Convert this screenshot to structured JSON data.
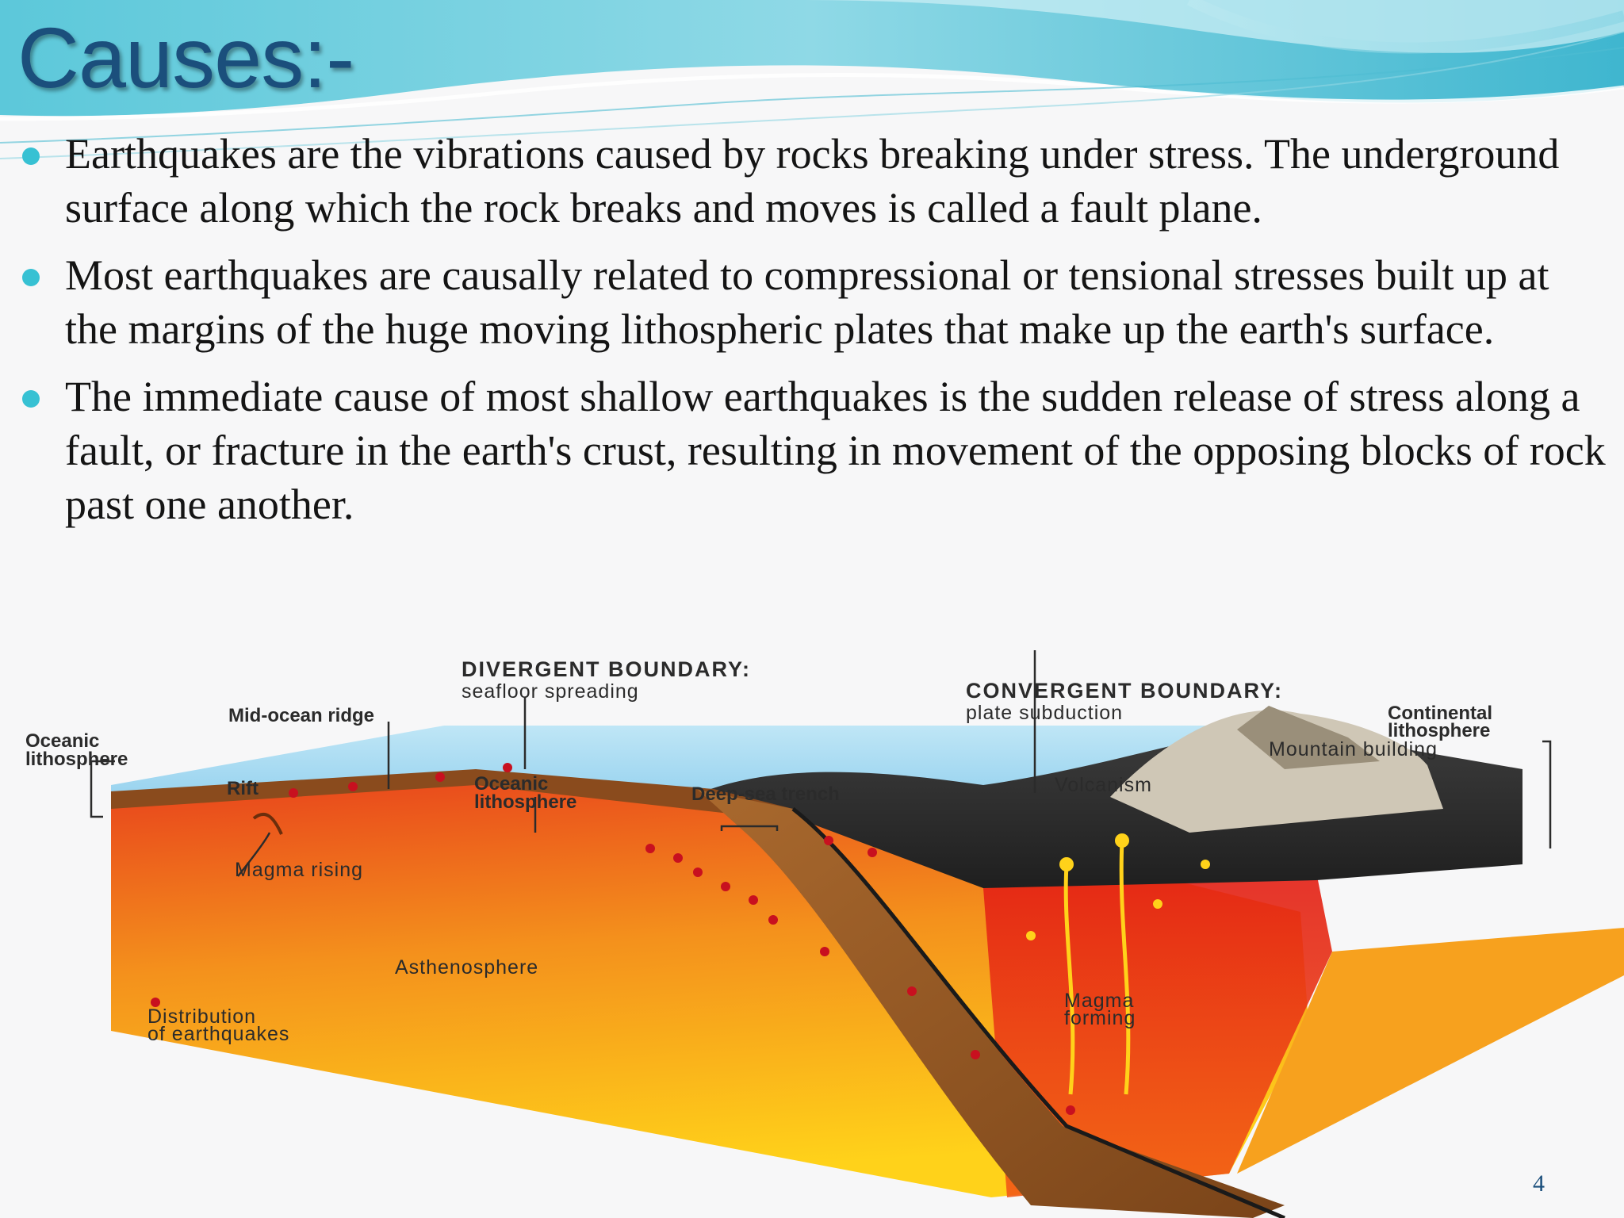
{
  "slide": {
    "title": "Causes:-",
    "page_number": "4",
    "accent_color": "#37c1d3",
    "title_color": "#1b4f7c"
  },
  "bullets": [
    "Earthquakes are the vibrations caused by rocks breaking under stress. The underground surface along which the rock breaks and moves is called a fault plane.",
    "Most earthquakes are causally related to compressional or tensional stresses built up at the margins of the huge moving lithospheric plates that make up the earth's surface.",
    "The immediate cause of most shallow earthquakes is the sudden release of stress along a fault, or fracture in the earth's crust, resulting in movement of the opposing blocks of rock past one another."
  ],
  "diagram": {
    "divergent_title": "DIVERGENT BOUNDARY:",
    "divergent_sub": "seafloor spreading",
    "convergent_title": "CONVERGENT BOUNDARY:",
    "convergent_sub": "plate subduction",
    "mid_ocean_ridge": "Mid-ocean ridge",
    "oceanic_lithosphere_left_1": "Oceanic",
    "oceanic_lithosphere_left_2": "lithosphere",
    "rift": "Rift",
    "oceanic_lithosphere_mid_1": "Oceanic",
    "oceanic_lithosphere_mid_2": "lithosphere",
    "deep_sea_trench": "Deep-sea trench",
    "volcanism": "Volcanism",
    "continental_lithosphere_1": "Continental",
    "continental_lithosphere_2": "lithosphere",
    "mountain_building": "Mountain building",
    "magma_rising": "Magma rising",
    "asthenosphere": "Asthenosphere",
    "magma_forming_1": "Magma",
    "magma_forming_2": "forming",
    "legend_1": "Distribution",
    "legend_2": "of earthquakes"
  }
}
